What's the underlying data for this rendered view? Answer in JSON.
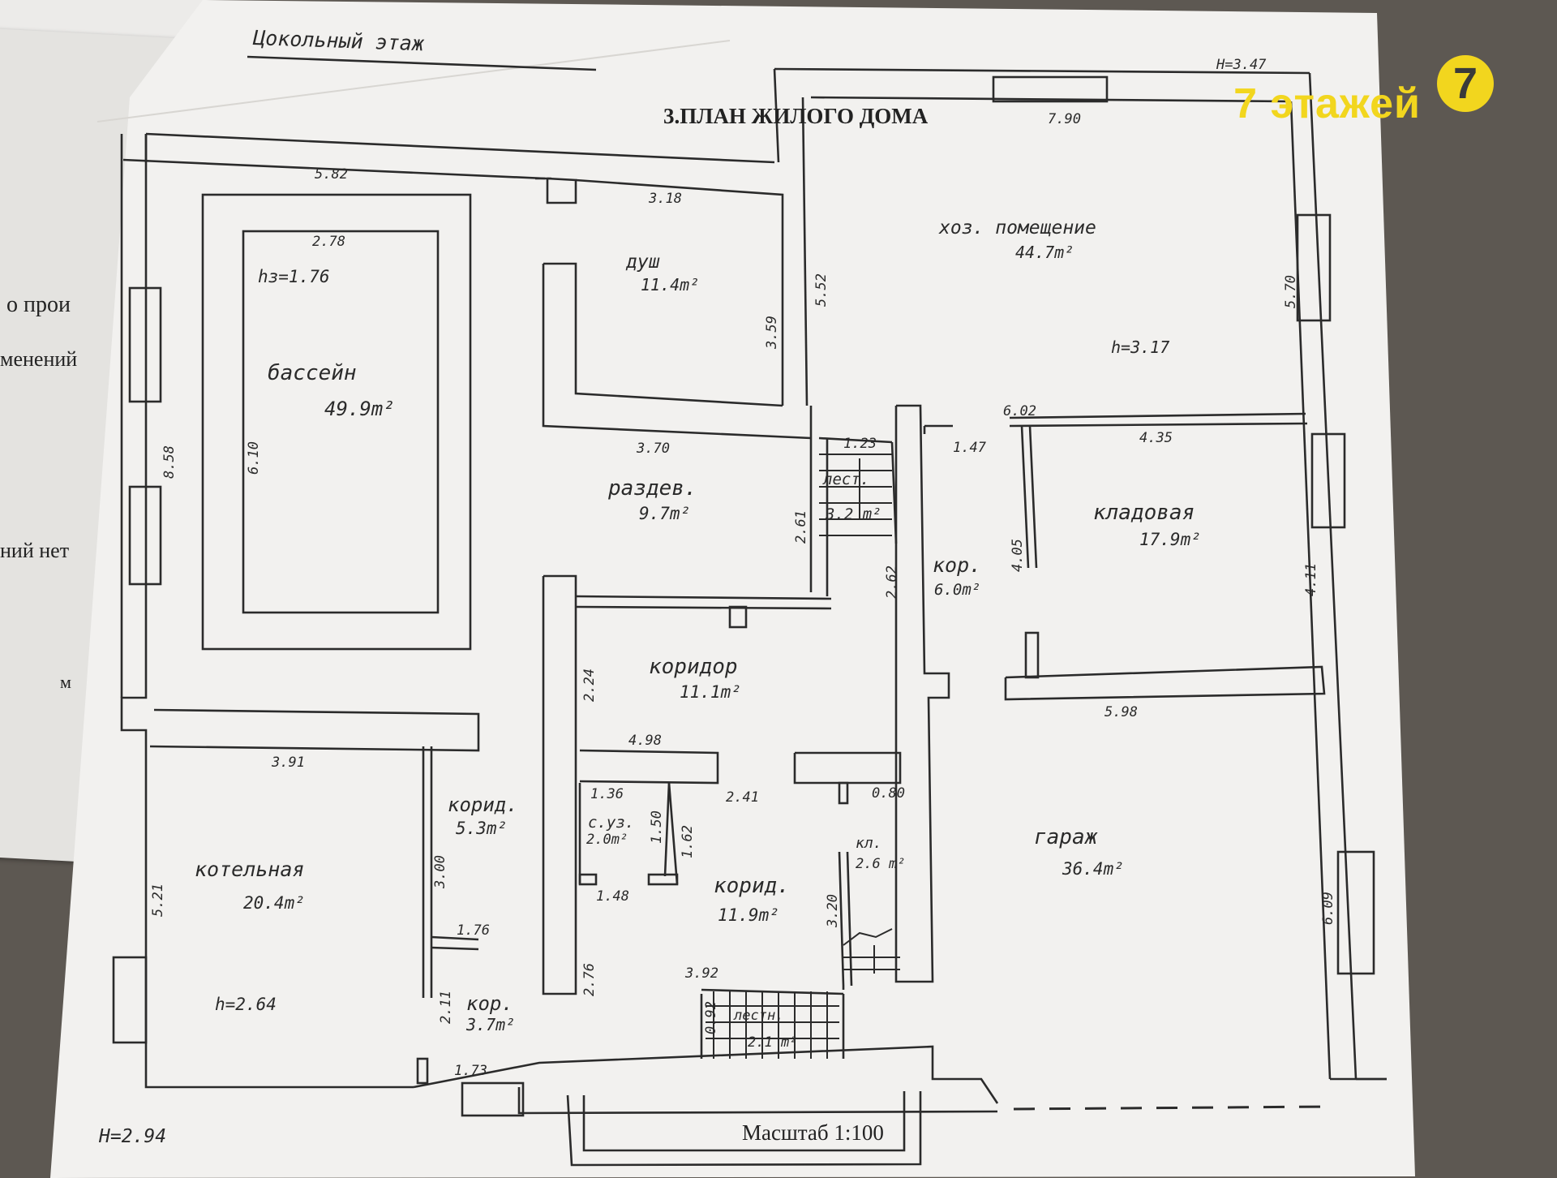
{
  "document": {
    "floor_label": "Цокольный этаж",
    "title": "3.ПЛАН ЖИЛОГО ДОМА",
    "scale": "Масштаб 1:100",
    "height_top_right": "H=3.47",
    "height_bottom_left": "H=2.94"
  },
  "watermark": {
    "text": "7 этажей",
    "badge": "7",
    "color": "#f2d61e"
  },
  "background_page_text": [
    "о прои",
    "менений",
    "ний нет",
    "м"
  ],
  "rooms": [
    {
      "name": "бассейн",
      "area": "49.9m²"
    },
    {
      "name": "душ",
      "area": "11.4m²"
    },
    {
      "name": "хоз. помещение",
      "area": "44.7m²"
    },
    {
      "name": "раздев.",
      "area": "9.7m²"
    },
    {
      "name": "лест.",
      "area": "3.2 m²"
    },
    {
      "name": "кладовая",
      "area": "17.9m²"
    },
    {
      "name": "кор.",
      "area": "6.0m²"
    },
    {
      "name": "коридор",
      "area": "11.1m²"
    },
    {
      "name": "корид.",
      "area": "5.3m²"
    },
    {
      "name": "с.уз.",
      "area": "2.0m²"
    },
    {
      "name": "котельная",
      "area": "20.4m²"
    },
    {
      "name": "корид.",
      "area": "11.9m²"
    },
    {
      "name": "кл.",
      "area": "2.6 m²"
    },
    {
      "name": "гараж",
      "area": "36.4m²"
    },
    {
      "name": "кор.",
      "area": "3.7m²"
    },
    {
      "name": "лестн.",
      "area": "2.1 m²"
    }
  ],
  "heights": {
    "pool": "hз=1.76",
    "utility": "h=3.17",
    "boiler": "h=2.64"
  },
  "dimensions": [
    "5.82",
    "2.78",
    "3.18",
    "7.90",
    "5.52",
    "3.59",
    "5.70",
    "8.58",
    "6.10",
    "3.70",
    "1.23",
    "1.47",
    "6.02",
    "4.35",
    "2.61",
    "2.62",
    "4.05",
    "4.11",
    "2.24",
    "5.98",
    "4.98",
    "3.91",
    "1.36",
    "2.41",
    "0.80",
    "1.50",
    "1.62",
    "3.00",
    "1.48",
    "6.09",
    "1.76",
    "3.20",
    "5.21",
    "3.92",
    "2.11",
    "2.76",
    "0.92",
    "1.73"
  ]
}
